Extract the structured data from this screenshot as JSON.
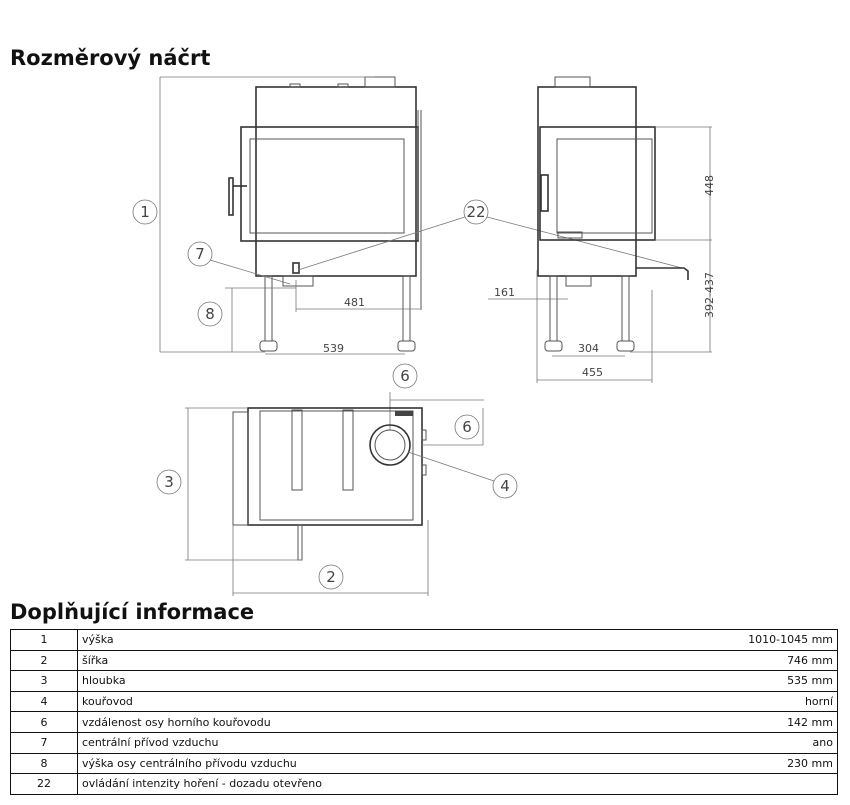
{
  "headings": {
    "sketch": "Rozměrový náčrt",
    "info": "Doplňující informace"
  },
  "drawing_labels": {
    "c1": "1",
    "c2": "2",
    "c3": "3",
    "c4": "4",
    "c6a": "6",
    "c6b": "6",
    "c7": "7",
    "c8": "8",
    "c22": "22",
    "d481": "481",
    "d539": "539",
    "d161": "161",
    "d304": "304",
    "d455": "455",
    "d448": "448",
    "d392": "392-437"
  },
  "table": [
    {
      "num": "1",
      "label": "výška",
      "value": "1010-1045 mm"
    },
    {
      "num": "2",
      "label": "šířka",
      "value": "746 mm"
    },
    {
      "num": "3",
      "label": "hloubka",
      "value": "535 mm"
    },
    {
      "num": "4",
      "label": "kouřovod",
      "value": "horní"
    },
    {
      "num": "6",
      "label": "vzdálenost osy horního kouřovodu",
      "value": "142 mm"
    },
    {
      "num": "7",
      "label": "centrální přívod vzduchu",
      "value": "ano"
    },
    {
      "num": "8",
      "label": "výška osy centrálního přívodu vzduchu",
      "value": "230 mm"
    },
    {
      "num": "22",
      "label": "ovládání intenzity hoření - dozadu otevřeno",
      "value": ""
    }
  ]
}
